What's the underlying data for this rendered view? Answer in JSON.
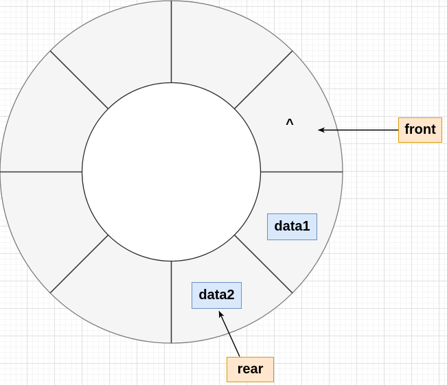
{
  "canvas": {
    "background": "#ffffff",
    "grid_minor_color": "#f5f5f5",
    "grid_major_color": "#e0e0e0"
  },
  "queue_ring": {
    "segment_count": 8,
    "ring_fill": "#f5f5f5",
    "outer_stroke": "#7d7d7d",
    "inner_fill": "#ffffff",
    "inner_stroke": "#2b2b2b",
    "divider_stroke": "#3a3a3a",
    "front_marker": "^"
  },
  "cells": [
    {
      "text": "data1",
      "fill": "#dae8fc",
      "border": "#6c8ebf"
    },
    {
      "text": "data2",
      "fill": "#dae8fc",
      "border": "#6c8ebf"
    }
  ],
  "pointers": [
    {
      "text": "front",
      "fill": "#ffe6cc",
      "border": "#d79b00",
      "arrow_color": "#000000"
    },
    {
      "text": "rear",
      "fill": "#ffe6cc",
      "border": "#d79b00",
      "arrow_color": "#000000"
    }
  ]
}
